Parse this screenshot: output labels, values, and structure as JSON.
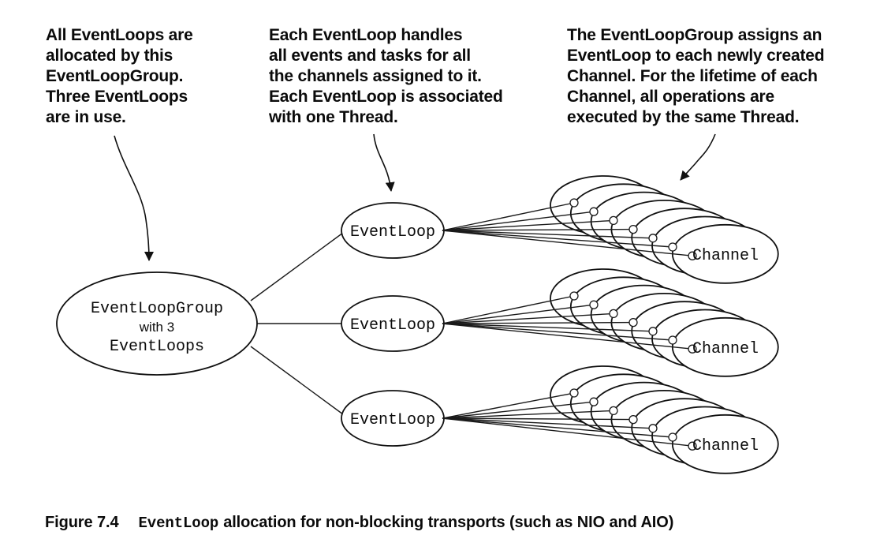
{
  "annotations": {
    "left": {
      "text": "All EventLoops are\nallocated by this\nEventLoopGroup.\nThree EventLoops\nare in use."
    },
    "middle": {
      "text": "Each EventLoop handles\nall events and tasks for all\nthe channels assigned to it.\nEach EventLoop is associated\nwith one Thread."
    },
    "right": {
      "text": "The EventLoopGroup assigns an\nEventLoop to each newly created\nChannel. For the lifetime of each\nChannel, all operations are\nexecuted by the same Thread."
    }
  },
  "diagram": {
    "group": {
      "line1": "EventLoopGroup",
      "line2": "with 3",
      "line3": "EventLoops"
    },
    "event_loop_label": "EventLoop",
    "event_loop_count": 3,
    "channel_label": "Channel",
    "channels_per_event_loop": 7
  },
  "caption": {
    "figure": "Figure 7.4",
    "code": "EventLoop",
    "text": "allocation for non-blocking transports (such as NIO and AIO)"
  },
  "colors": {
    "ink": "#111111",
    "background": "#ffffff"
  }
}
